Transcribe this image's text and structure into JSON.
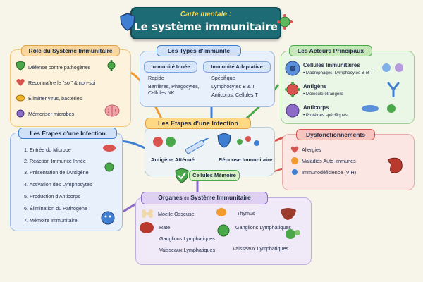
{
  "title": {
    "line1": "Carte mentale :",
    "line2": "Le système immunitaire"
  },
  "role": {
    "header": "Rôle du Système Immunitaire",
    "items": [
      "Défense contre pathogènes",
      "Reconnaître le \"soi\" & non-soi",
      "Éliminer virus, bactéries",
      "Mémoriser microbes"
    ]
  },
  "types": {
    "header": "Les Types d'Immunité",
    "innate": {
      "title": "Immunité Innée",
      "items": [
        "Rapide",
        "Barrières, Phagocytes,",
        "Cellules NK"
      ]
    },
    "adaptive": {
      "title": "Immunité Adaptative",
      "items": [
        "Spécifique",
        "Lymphocytes B & T",
        "Anticorps, Cellules T"
      ]
    }
  },
  "actors": {
    "header": "Les Acteurs Principaux",
    "items": [
      {
        "title": "Cellules Immunitaires",
        "sub": "• Macrophages, Lymphocytes B et T"
      },
      {
        "title": "Antigène",
        "sub": "• Molécule étrangère"
      },
      {
        "title": "Anticorps",
        "sub": "• Protéines spécifiques"
      }
    ]
  },
  "center": {
    "header": "Les Etapes d'une Infection",
    "antigen": "Antigène Atténué",
    "response": "Réponse Immunitaire",
    "memory": "Cellules Mémoire"
  },
  "steps": {
    "header": "Les Étapes d'une Infection",
    "items": [
      "1. Entrée du Microbe",
      "2. Réaction Immunité Innée",
      "3. Présentation de l'Antigène",
      "4. Activation des Lymphocytes",
      "5. Production d'Anticorps",
      "6. Élimination du Pathogène",
      "7. Mémoire Immunitaire"
    ]
  },
  "dys": {
    "header": "Dysfonctionnements",
    "items": [
      "Allergies",
      "Maladies Auto-immunes",
      "Immunodéficience (VIH)"
    ]
  },
  "organs": {
    "header_main": "Organes",
    "header_small": "du",
    "header_rest": "Système Immunitaire",
    "items": [
      "Moelle Osseuse",
      "Thymus",
      "Rate",
      "Ganglions Lymphatiques",
      "Ganglions Lymphatiques",
      "Vaisseaux Lymphatiques",
      "Vaisseaux Lymphatiques"
    ]
  },
  "colors": {
    "orange": "#f29a2e",
    "blue": "#3f7fd1",
    "green": "#4aa84a",
    "red": "#d9534f",
    "purple": "#8c6bc8",
    "teal": "#1a8c7a"
  }
}
